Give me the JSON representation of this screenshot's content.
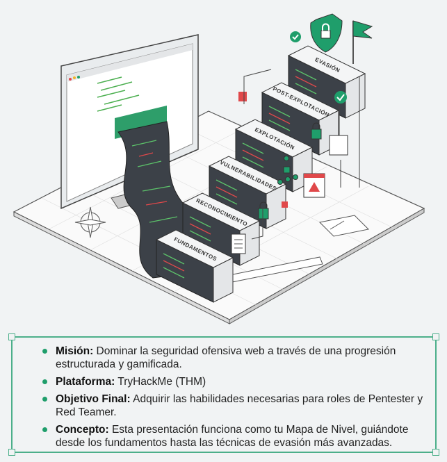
{
  "illustration": {
    "steps": [
      "FUNDAMENTOS",
      "RECONOCIMIENTO",
      "VULNERABILIDADES",
      "EXPLOTACIÓN",
      "POST-EXPLOTACIÓN",
      "EVASIÓN"
    ],
    "accent": "#1f9e6b",
    "alert": "#e0484a"
  },
  "summary": {
    "items": [
      {
        "label": "Misión:",
        "text": " Dominar la seguridad ofensiva web a través de una progresión estructurada y gamificada."
      },
      {
        "label": "Plataforma:",
        "text": " TryHackMe (THM)"
      },
      {
        "label": "Objetivo Final:",
        "text": " Adquirir las habilidades necesarias para roles de Pentester y Red Teamer."
      },
      {
        "label": "Concepto:",
        "text": " Esta presentación funciona como tu Mapa de Nivel, guiándote desde los fundamentos hasta las técnicas de evasión más avanzadas."
      }
    ]
  }
}
